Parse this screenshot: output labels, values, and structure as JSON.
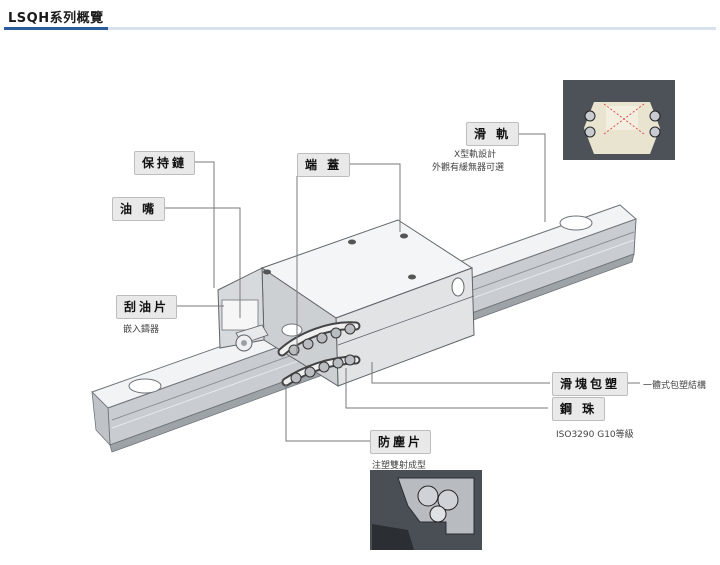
{
  "header": {
    "title": "LSQH系列概覽"
  },
  "labels": {
    "retainer": "保持鏈",
    "end_cap": "端 蓋",
    "nipple": "油 嘴",
    "wiper": "刮油片",
    "wiper_note": "嵌入鑄器",
    "rail": "滑 軌",
    "rail_note_1": "X型軌設計",
    "rail_note_2": "外觀有緩無器可選",
    "block": "滑塊包塑",
    "block_note": "一體式包塑結構",
    "ball": "鋼 珠",
    "ball_note": "ISO3290 G10等級",
    "seal": "防塵片",
    "seal_note": "注塑雙射成型"
  },
  "colors": {
    "header_accent": "#2a5d9b",
    "label_bg": "#e9e9e9",
    "leader": "#7a7a7a",
    "metal": "#d6d9dc"
  }
}
